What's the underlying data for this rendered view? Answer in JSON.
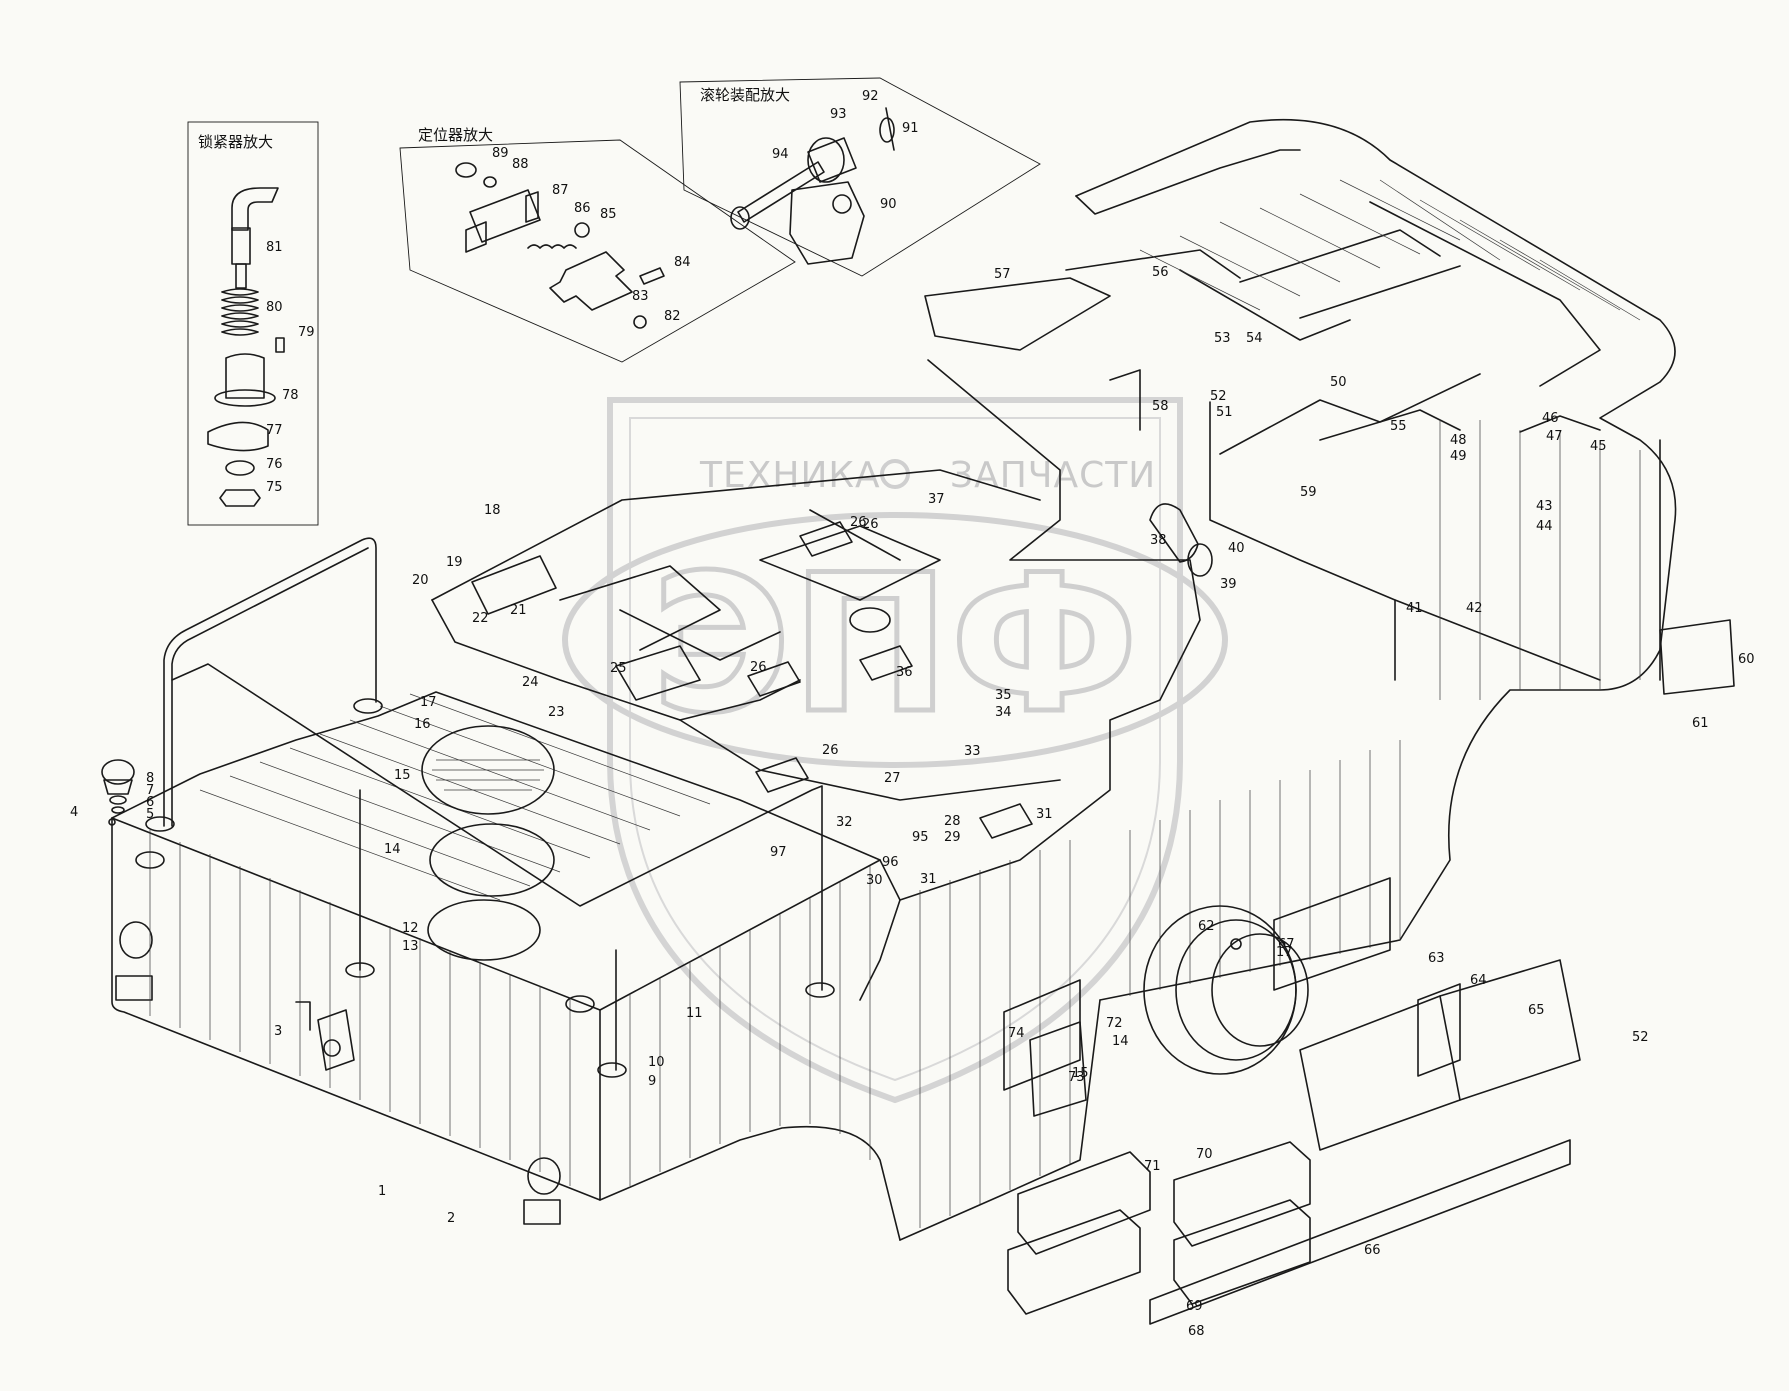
{
  "insets": {
    "locker_title": "锁紧器放大",
    "locator_title": "定位器放大",
    "roller_title": "滚轮装配放大"
  },
  "watermark": {
    "text_left": "ТЕХНИКА",
    "text_right": "ЗАПЧАСТИ",
    "logo_letters": "ЭПФ"
  },
  "callouts": [
    "1",
    "2",
    "3",
    "4",
    "5",
    "6",
    "7",
    "8",
    "9",
    "10",
    "11",
    "12",
    "13",
    "14",
    "15",
    "16",
    "17",
    "18",
    "19",
    "20",
    "21",
    "22",
    "23",
    "24",
    "25",
    "26",
    "27",
    "28",
    "29",
    "30",
    "31",
    "32",
    "33",
    "34",
    "35",
    "36",
    "37",
    "38",
    "39",
    "40",
    "41",
    "42",
    "43",
    "44",
    "45",
    "46",
    "47",
    "48",
    "49",
    "50",
    "51",
    "52",
    "53",
    "54",
    "55",
    "56",
    "57",
    "58",
    "59",
    "60",
    "61",
    "62",
    "63",
    "64",
    "65",
    "66",
    "67",
    "68",
    "69",
    "70",
    "71",
    "72",
    "73",
    "74",
    "75",
    "76",
    "77",
    "78",
    "79",
    "80",
    "81",
    "82",
    "83",
    "84",
    "85",
    "86",
    "87",
    "88",
    "89",
    "90",
    "91",
    "92",
    "93",
    "94",
    "95",
    "96",
    "97"
  ],
  "extra_callouts": [
    "26",
    "26",
    "26",
    "14",
    "15",
    "17",
    "52",
    "31"
  ],
  "colors": {
    "ink": "#1a1a1a",
    "paper": "#fafaf6",
    "watermark": "#c9c9c9"
  }
}
